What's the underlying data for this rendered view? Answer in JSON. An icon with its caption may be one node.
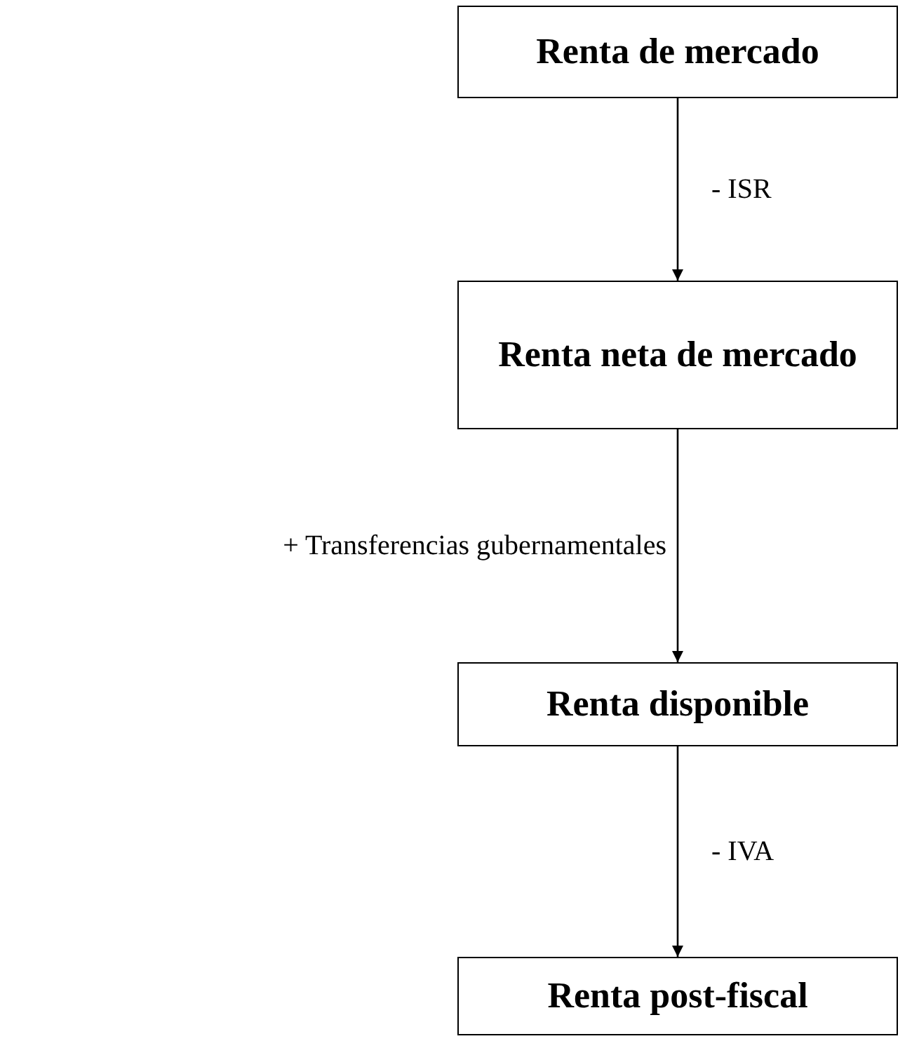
{
  "diagram": {
    "nodes": [
      {
        "text": [
          "Renta de mercado"
        ]
      },
      {
        "text": [
          "Renta neta de mercado"
        ]
      },
      {
        "text": [
          "Renta disponible"
        ]
      },
      {
        "text": [
          "Renta post-fiscal"
        ]
      }
    ],
    "edges": [
      {
        "from": 0,
        "to": 1,
        "arrow": "to",
        "label": "- ISR"
      },
      {
        "from": 1,
        "to": 2,
        "arrow": "to",
        "label": "+ Transferencias gubernamentales"
      },
      {
        "from": 2,
        "to": 3,
        "arrow": "to",
        "label": "- IVA"
      }
    ]
  }
}
